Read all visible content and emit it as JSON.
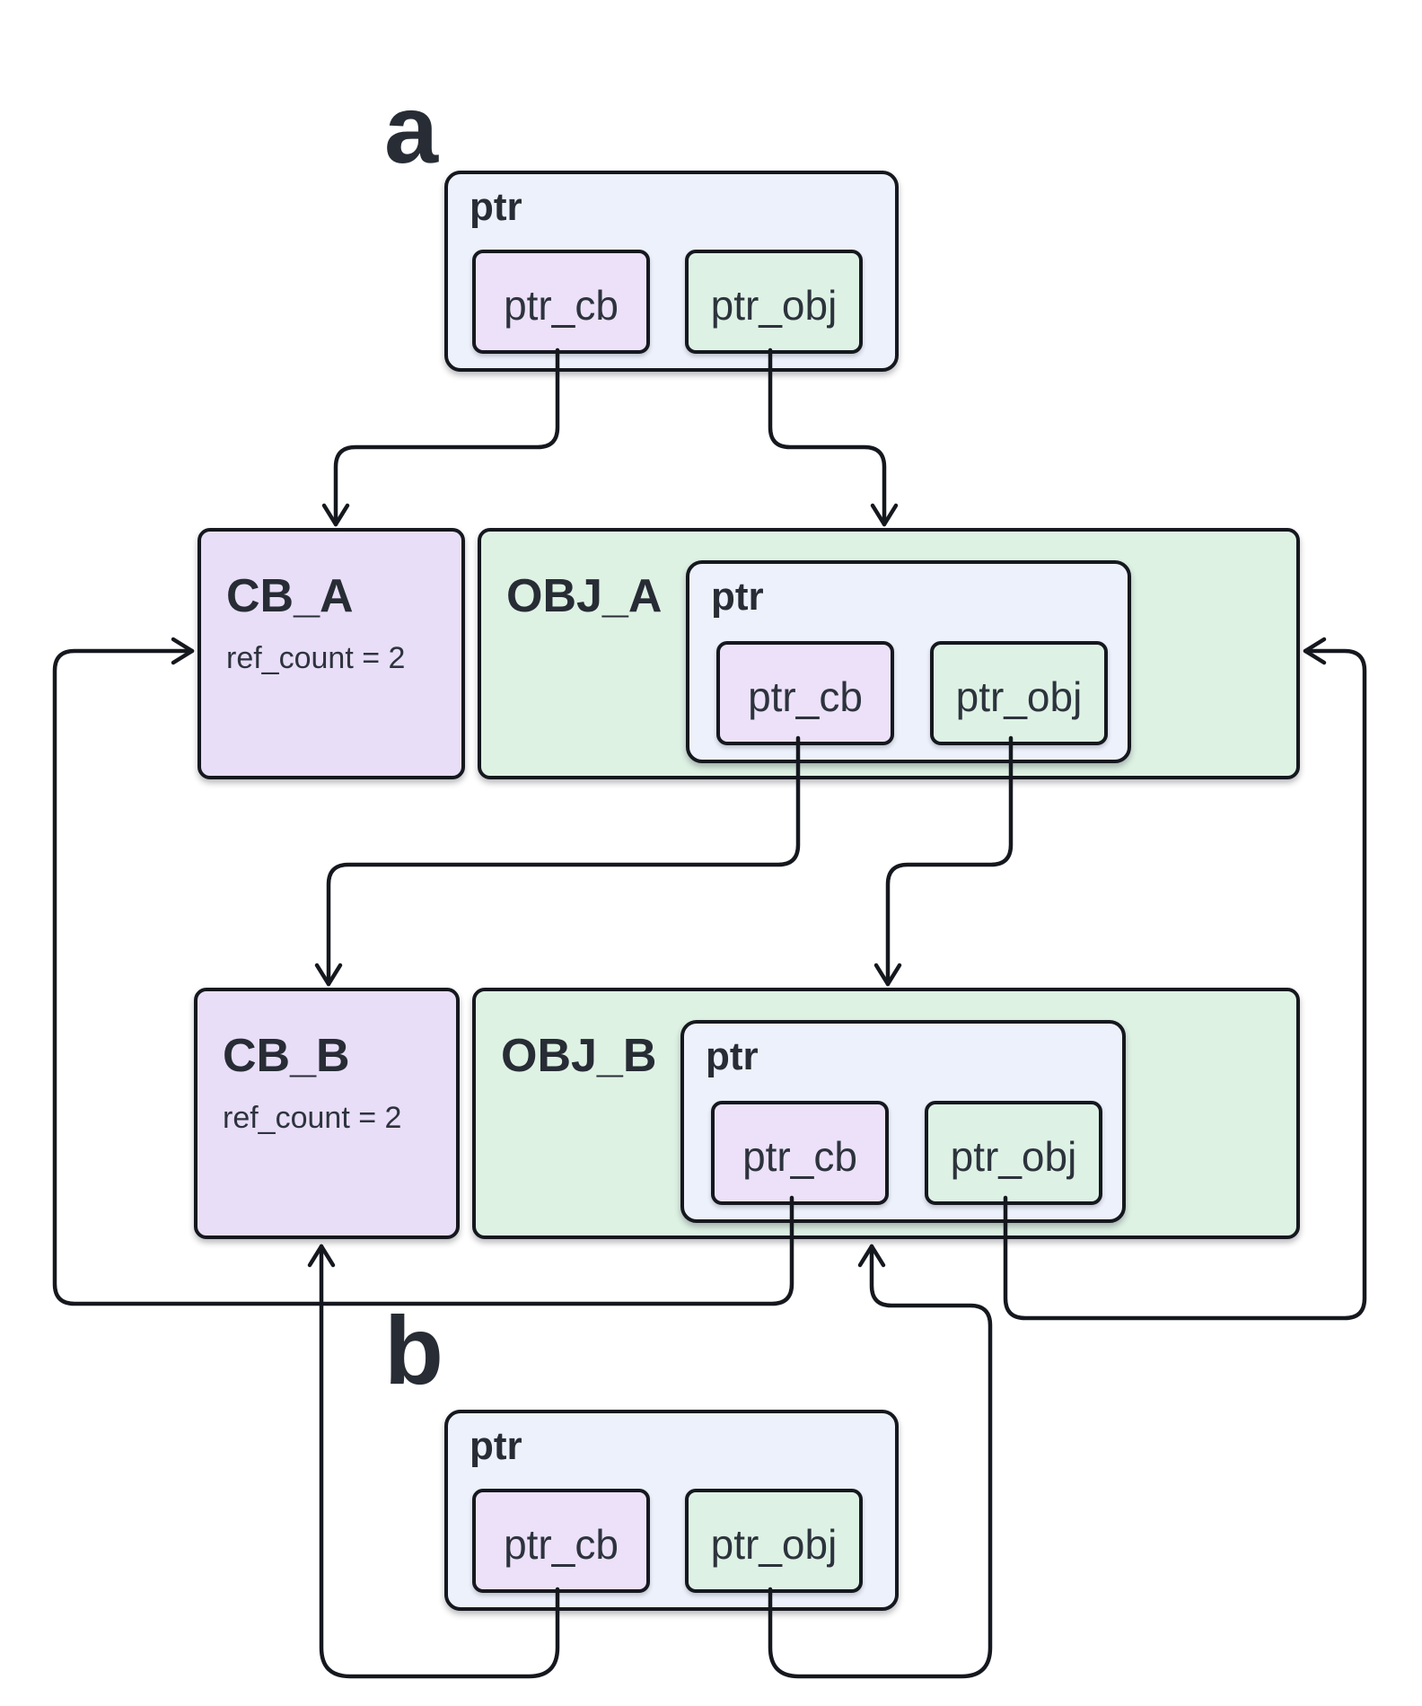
{
  "section_a": {
    "label": "a"
  },
  "section_b": {
    "label": "b"
  },
  "top_ptr": {
    "title": "ptr",
    "cb_label": "ptr_cb",
    "obj_label": "ptr_obj"
  },
  "row_a": {
    "cb": {
      "title": "CB_A",
      "ref_count": "ref_count = 2"
    },
    "obj": {
      "title": "OBJ_A",
      "ptr": {
        "title": "ptr",
        "cb_label": "ptr_cb",
        "obj_label": "ptr_obj"
      }
    }
  },
  "row_b": {
    "cb": {
      "title": "CB_B",
      "ref_count": "ref_count = 2"
    },
    "obj": {
      "title": "OBJ_B",
      "ptr": {
        "title": "ptr",
        "cb_label": "ptr_cb",
        "obj_label": "ptr_obj"
      }
    }
  },
  "bottom_ptr": {
    "title": "ptr",
    "cb_label": "ptr_cb",
    "obj_label": "ptr_obj"
  },
  "edges": [
    {
      "from": "section-a ptr.ptr_cb",
      "to": "CB_A (top)"
    },
    {
      "from": "section-a ptr.ptr_obj",
      "to": "OBJ_A (top)"
    },
    {
      "from": "OBJ_A ptr.ptr_cb",
      "to": "CB_B (top)"
    },
    {
      "from": "OBJ_A ptr.ptr_obj",
      "to": "OBJ_B (top)"
    },
    {
      "from": "OBJ_B ptr.ptr_cb",
      "to": "CB_A (left, wrap-around)"
    },
    {
      "from": "OBJ_B ptr.ptr_obj",
      "to": "OBJ_A (right, wrap-around)"
    },
    {
      "from": "section-b ptr.ptr_cb",
      "to": "CB_B (bottom)"
    },
    {
      "from": "section-b ptr.ptr_obj",
      "to": "OBJ_B (bottom)"
    }
  ],
  "colors": {
    "holder_fill": "#edf1fb",
    "cb_field_fill": "#ece1f9",
    "obj_field_fill": "#ddf2e4",
    "cb_block_fill": "#e8def7",
    "obj_block_fill": "#def2e4",
    "stroke": "#15181e",
    "text": "#272c35",
    "background": "#ffffff"
  }
}
